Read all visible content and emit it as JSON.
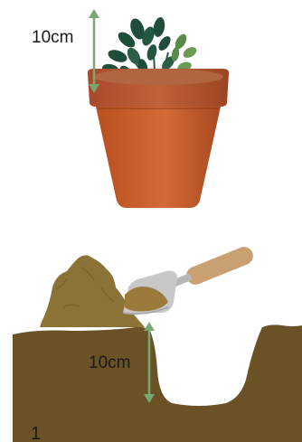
{
  "labels": {
    "pot_height": "10cm",
    "hole_depth": "10cm",
    "step_number": "1"
  },
  "colors": {
    "pot": "#c8582a",
    "pot_rim": "#b8542a",
    "soil": "#6a5126",
    "dug_soil": "#8b7236",
    "arrow": "#7aa873",
    "trowel_handle": "#c9a071",
    "trowel_blade": "#c8c8c8",
    "leaf_dark": "#1f4d3a",
    "leaf_light": "#5a8a4a"
  },
  "icons": [
    "plant-pot-icon",
    "trowel-icon",
    "soil-mound-icon",
    "measurement-arrow-icon"
  ]
}
